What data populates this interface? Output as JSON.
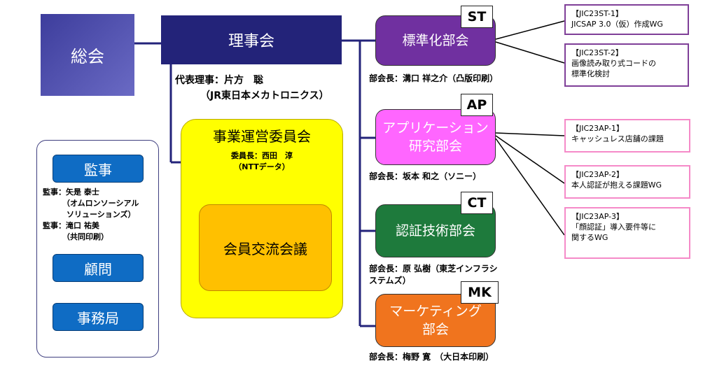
{
  "general_assembly": {
    "label": "総会"
  },
  "board": {
    "label": "理事会",
    "representative_line1": "代表理事：片方　聡",
    "representative_line2": "（JR東日本メカトロニクス）"
  },
  "business_committee": {
    "title": "事業運営委員会",
    "chair_line1": "委員長：西田　淳",
    "chair_line2": "（NTTデータ）",
    "sub": {
      "label": "会員交流会議"
    }
  },
  "side_panel": {
    "auditor": {
      "label": "監事",
      "line1": "監事：矢是 泰士",
      "line2": "（オムロンソーシアル",
      "line3": "ソリューションズ）",
      "line4": "監事：滝口 祐美",
      "line5": "（共同印刷）"
    },
    "advisor": {
      "label": "顧問"
    },
    "secretariat": {
      "label": "事務局"
    }
  },
  "departments": [
    {
      "code": "ST",
      "name_line1": "標準化部会",
      "name_line2": "",
      "head_line1": "部会長：溝口 祥之介（凸版印刷）",
      "head_line2": "",
      "color": "#7030a0"
    },
    {
      "code": "AP",
      "name_line1": "アプリケーション",
      "name_line2": "研究部会",
      "head_line1": "部会長：坂本 和之（ソニー）",
      "head_line2": "",
      "color": "#ff66ff"
    },
    {
      "code": "CT",
      "name_line1": "認証技術部会",
      "name_line2": "",
      "head_line1": "部会長：原 弘樹（東芝インフラシ",
      "head_line2": "ステムズ）",
      "color": "#1e7a3c"
    },
    {
      "code": "MK",
      "name_line1": "マーケティング",
      "name_line2": "部会",
      "head_line1": "部会長：梅野 寛　（大日本印刷）",
      "head_line2": "",
      "color": "#f0741e"
    }
  ],
  "working_groups": {
    "st": [
      {
        "line1": "【JIC23ST-1】",
        "line2": "JICSAP 3.0（仮）作成WG",
        "line3": ""
      },
      {
        "line1": "【JIC23ST-2】",
        "line2": "画像読み取り式コードの",
        "line3": "標準化検討"
      }
    ],
    "ap": [
      {
        "line1": "【JIC23AP-1】",
        "line2": "キャッシュレス店舗の課題",
        "line3": ""
      },
      {
        "line1": "【JIC23AP-2】",
        "line2": "本人認証が抱える課題WG",
        "line3": ""
      },
      {
        "line1": "【JIC23AP-3】",
        "line2": "「顔認証」導入要件等に",
        "line3": "関するWG"
      }
    ],
    "st_border": "#7f3f98",
    "ap_border": "#f58ac8"
  },
  "line_color": "#23237a"
}
